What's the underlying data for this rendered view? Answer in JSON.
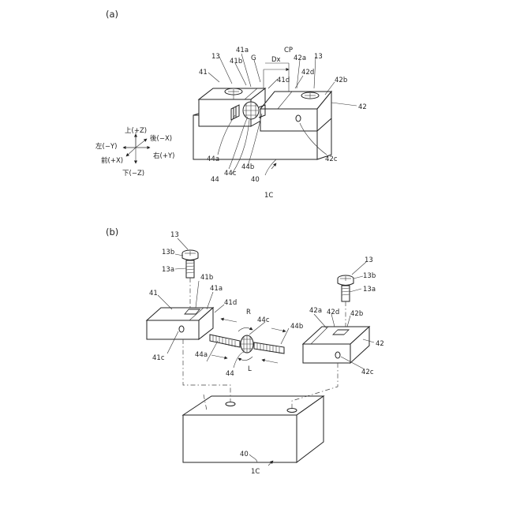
{
  "panel_a": {
    "label": "(a)",
    "refs": {
      "r13_left": "13",
      "r41": "41",
      "r41b": "41b",
      "r41a": "41a",
      "rG": "G",
      "rDx": "Dx",
      "rCP": "CP",
      "r42a": "42a",
      "r13_right": "13",
      "r41d": "41d",
      "r42d": "42d",
      "r42b": "42b",
      "r42": "42",
      "r44a": "44a",
      "r44c": "44c",
      "r44b": "44b",
      "r44": "44",
      "r40": "40",
      "r42c": "42c",
      "r1C": "1C"
    },
    "axes": {
      "up": "上(+Z)",
      "down": "下(−Z)",
      "left": "左(−Y)",
      "right": "右(+Y)",
      "front": "前(+X)",
      "back": "後(−X)"
    }
  },
  "panel_b": {
    "label": "(b)",
    "refs": {
      "r13_left": "13",
      "r13b_left": "13b",
      "r13a_left": "13a",
      "r41": "41",
      "r41b": "41b",
      "r41a": "41a",
      "r41d": "41d",
      "r41c": "41c",
      "r13_right": "13",
      "r13b_right": "13b",
      "r13a_right": "13a",
      "r42a": "42a",
      "r42d": "42d",
      "r42b": "42b",
      "r42": "42",
      "r42c": "42c",
      "rR": "R",
      "r44c": "44c",
      "r44b": "44b",
      "r44a": "44a",
      "r44": "44",
      "rL": "L",
      "r40": "40",
      "r1C": "1C"
    }
  }
}
